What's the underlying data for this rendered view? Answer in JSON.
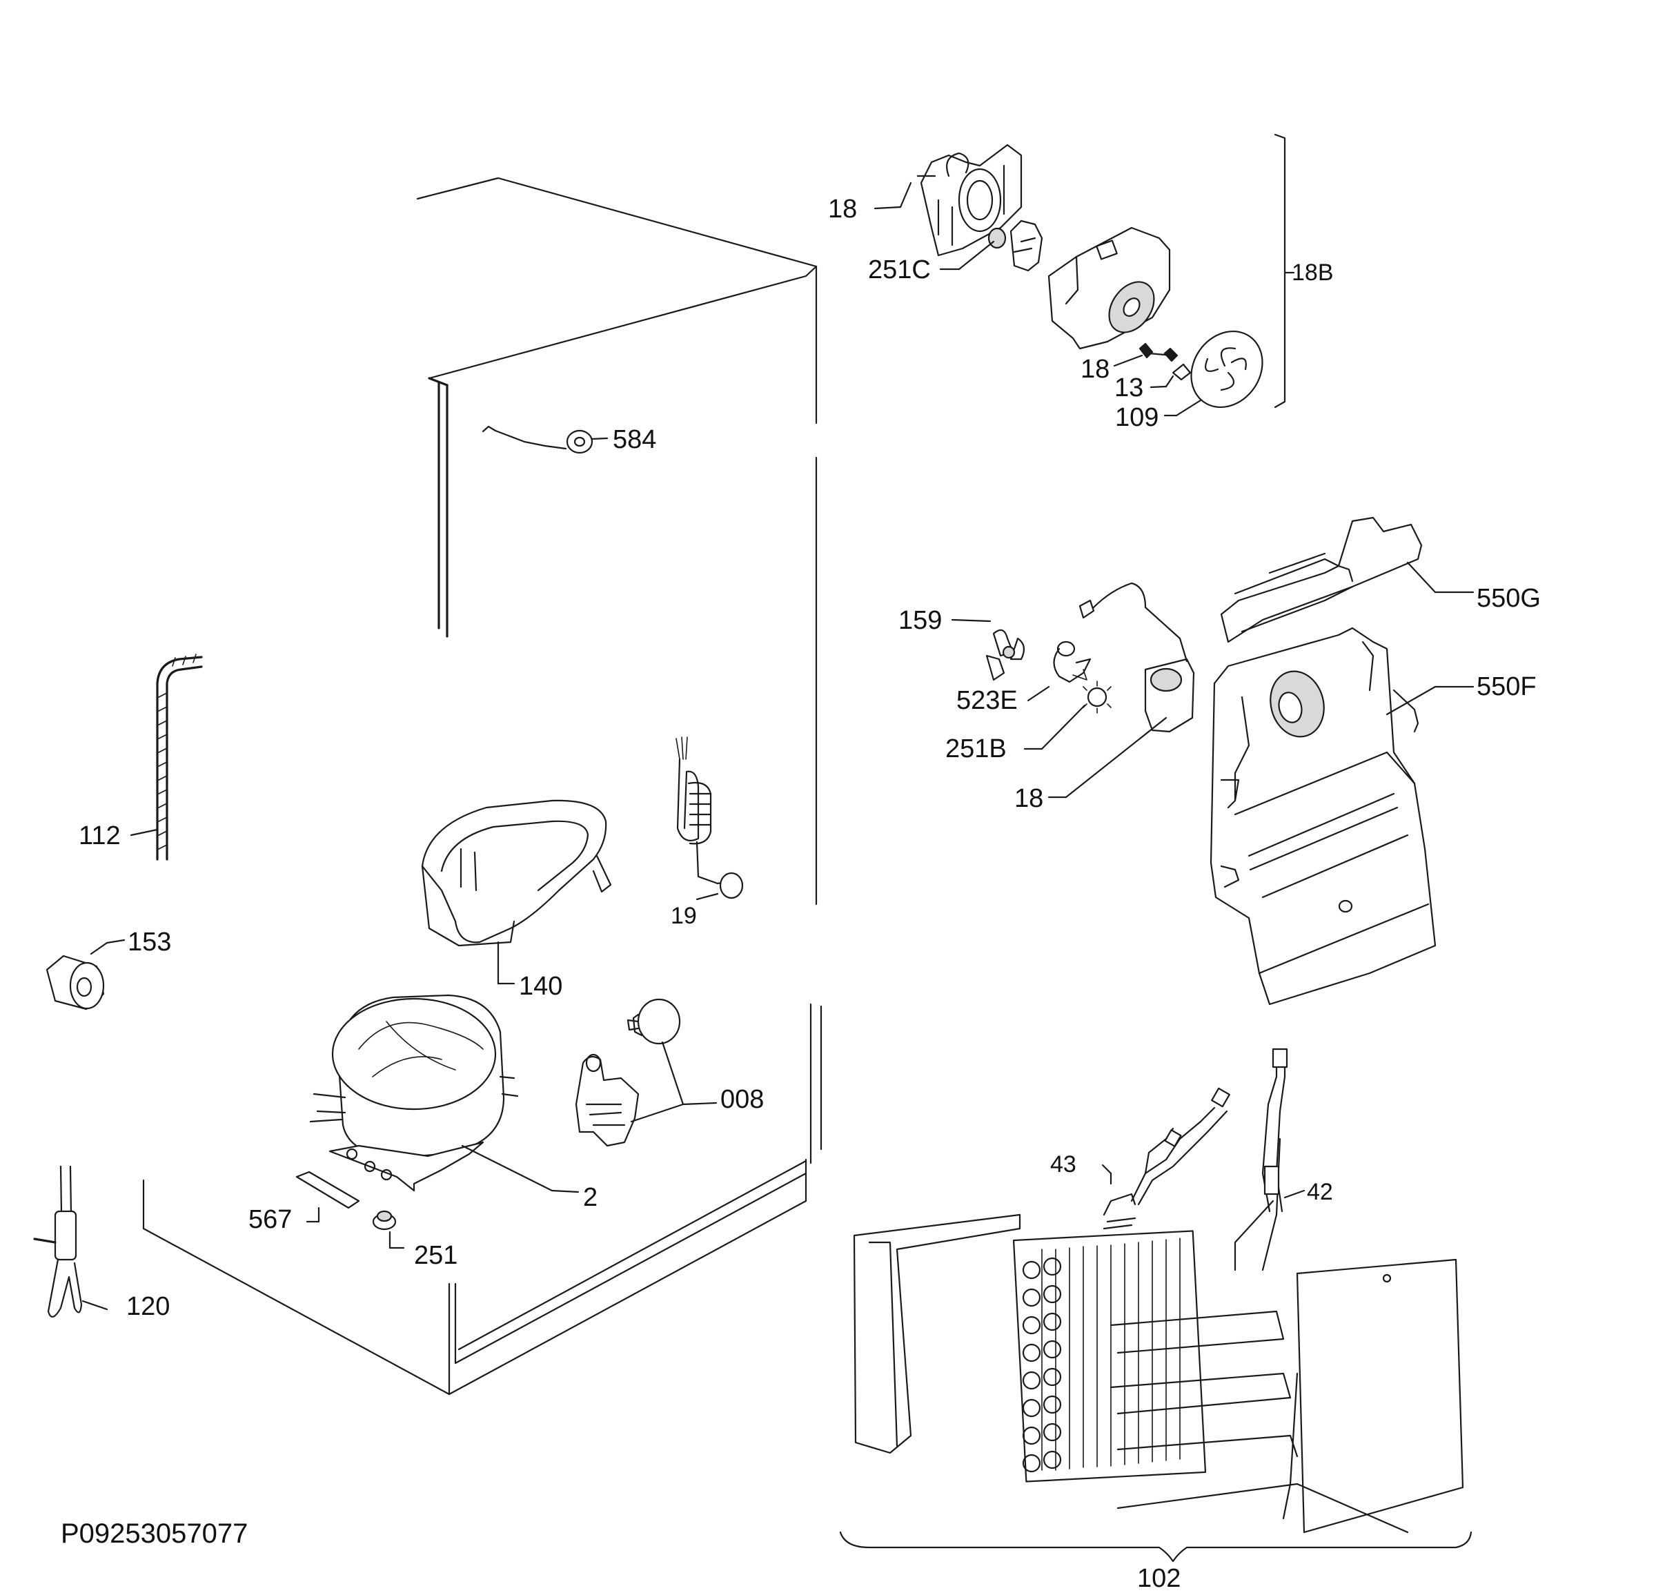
{
  "document_code": "P09253057077",
  "callouts": {
    "fan_motor_top": "18",
    "fan_motor_spring": "251C",
    "fan_assembly_group": "18B",
    "connector_18": "18",
    "connector_13": "13",
    "cover_109": "109",
    "door_switch": "584",
    "fan_blade": "159",
    "motor_bracket": "523E",
    "motor_gear": "251B",
    "fan_motor_mid": "18",
    "air_duct_top": "550G",
    "air_duct_panel": "550F",
    "drain_hose": "112",
    "grommet": "153",
    "drip_tray": "140",
    "defrost_heater_19": "19",
    "relay_starter": "008",
    "compressor": "2",
    "mounting_plate": "567",
    "rubber_foot": "251",
    "capillary": "120",
    "wire_harness_43": "43",
    "wire_harness_42": "42",
    "evaporator": "102"
  }
}
